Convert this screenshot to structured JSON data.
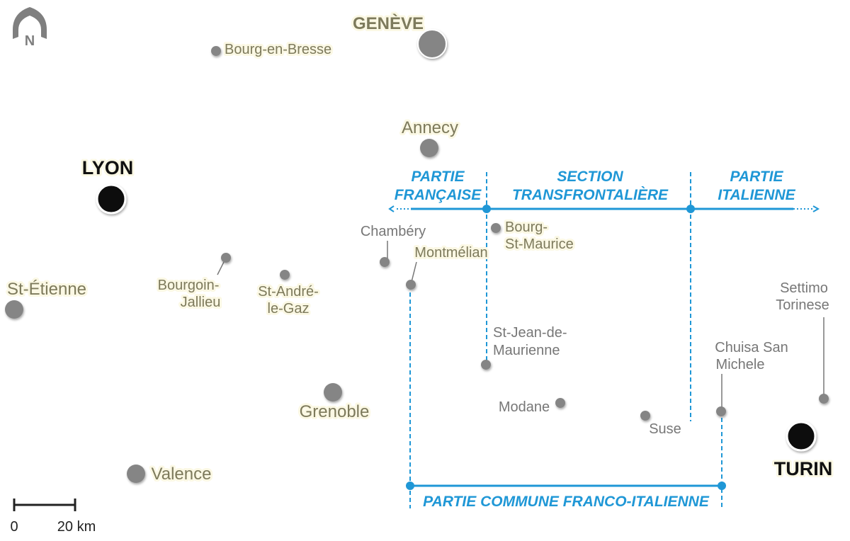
{
  "cities": {
    "geneve": "GENÈVE",
    "bourg_en_bresse": "Bourg-en-Bresse",
    "annecy": "Annecy",
    "lyon": "LYON",
    "chambery": "Chambéry",
    "montmelian": "Montmélian",
    "bourg_st_maurice_1": "Bourg-",
    "bourg_st_maurice_2": "St-Maurice",
    "st_etienne": "St-Étienne",
    "bourgoin_1": "Bourgoin-",
    "bourgoin_2": "Jallieu",
    "st_andre_1": "St-André-",
    "st_andre_2": "le-Gaz",
    "st_jean_1": "St-Jean-de-",
    "st_jean_2": "Maurienne",
    "grenoble": "Grenoble",
    "modane": "Modane",
    "suse": "Suse",
    "chuisa_1": "Chuisa San",
    "chuisa_2": "Michele",
    "settimo_1": "Settimo",
    "settimo_2": "Torinese",
    "turin": "TURIN",
    "valence": "Valence"
  },
  "sections": {
    "francaise_1": "PARTIE",
    "francaise_2": "FRANÇAISE",
    "transfrontaliere_1": "SECTION",
    "transfrontaliere_2": "TRANSFRONTALIÈRE",
    "italienne_1": "PARTIE",
    "italienne_2": "ITALIENNE",
    "commune": "PARTIE COMMUNE FRANCO-ITALIENNE"
  },
  "north_arrow": {
    "label": "N",
    "icon": "north-arrow-icon"
  },
  "scale_bar": {
    "start": "0",
    "end": "20 km"
  },
  "colors": {
    "route_blue": "#1f97d6",
    "city_grey": "#858585",
    "major_city": "#111111",
    "label_olive": "#7d7a5c"
  }
}
